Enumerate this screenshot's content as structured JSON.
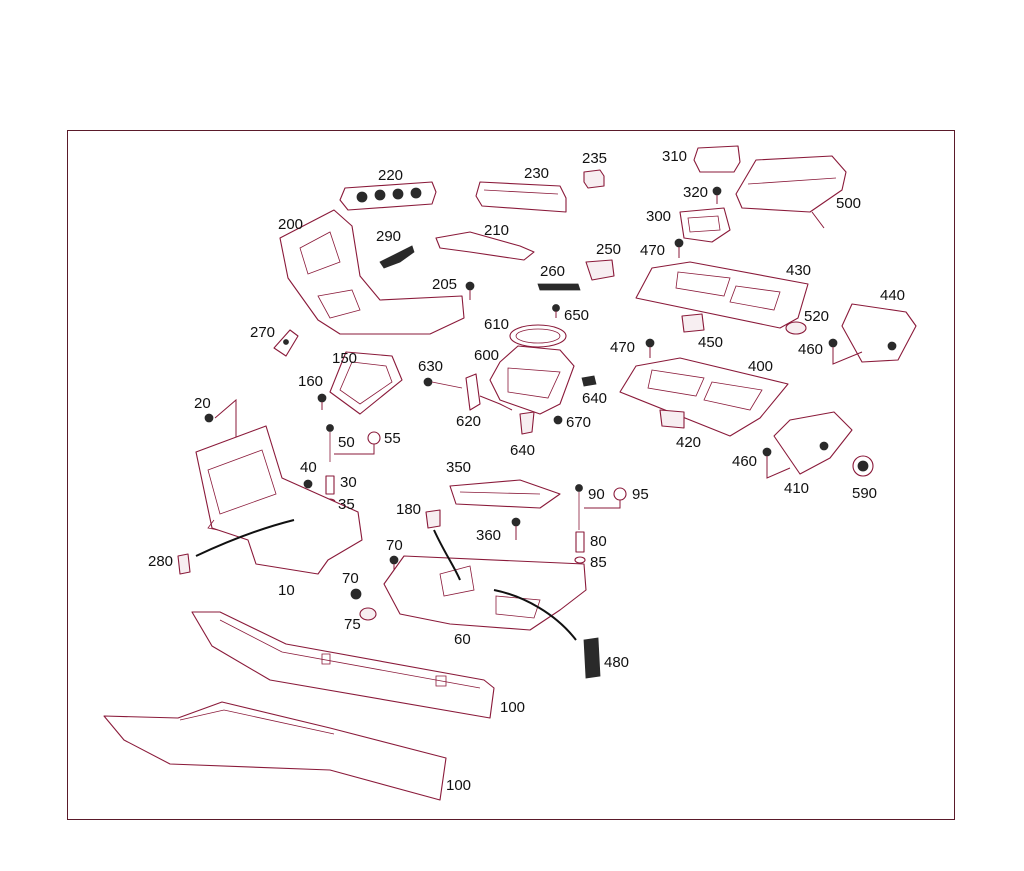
{
  "labels": {
    "l220": "220",
    "l230": "230",
    "l235": "235",
    "l310": "310",
    "l320": "320",
    "l500": "500",
    "l300": "300",
    "l200": "200",
    "l290": "290",
    "l210": "210",
    "l250": "250",
    "l470a": "470",
    "l430": "430",
    "l440": "440",
    "l260": "260",
    "l205": "205",
    "l650": "650",
    "l610": "610",
    "l520": "520",
    "l270": "270",
    "l450": "450",
    "l460a": "460",
    "l150": "150",
    "l630": "630",
    "l600": "600",
    "l470b": "470",
    "l400": "400",
    "l160": "160",
    "l640a": "640",
    "l620": "620",
    "l670": "670",
    "l20": "20",
    "l640b": "640",
    "l420": "420",
    "l50": "50",
    "l55": "55",
    "l460b": "460",
    "l410": "410",
    "l590": "590",
    "l40": "40",
    "l30": "30",
    "l350": "350",
    "l90": "90",
    "l95": "95",
    "l35": "35",
    "l180": "180",
    "l360": "360",
    "l80": "80",
    "l280": "280",
    "l70a": "70",
    "l85": "85",
    "l10": "10",
    "l70b": "70",
    "l75": "75",
    "l60": "60",
    "l480": "480",
    "l100a": "100",
    "l100b": "100"
  },
  "colors": {
    "frame": "#5a1a2a",
    "part_outline": "#8a1a3a",
    "text": "#111111"
  }
}
